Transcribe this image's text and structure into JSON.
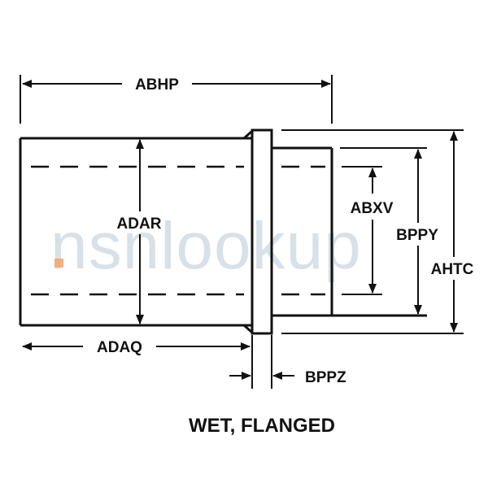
{
  "diagram": {
    "caption": "WET, FLANGED",
    "labels": {
      "abhp": "ABHP",
      "adar": "ADAR",
      "adaq": "ADAQ",
      "abxv": "ABXV",
      "bppy": "BPPY",
      "ahtc": "AHTC",
      "bppz": "BPPZ"
    }
  },
  "watermark": {
    "text": "nsnlookup",
    "color": "#b9c8d6",
    "accent_color": "#f4a46a"
  }
}
